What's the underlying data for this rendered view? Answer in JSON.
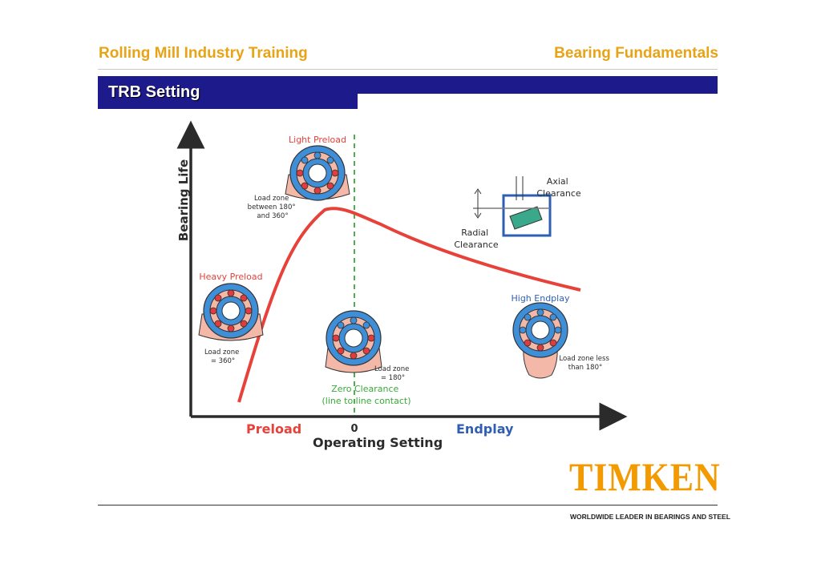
{
  "header": {
    "left_title": "Rolling Mill Industry Training",
    "right_title": "Bearing Fundamentals"
  },
  "slide": {
    "title": "TRB Setting"
  },
  "diagram": {
    "y_axis_label": "Bearing Life",
    "x_axis_label": "Operating Setting",
    "x_left_label": "Preload",
    "x_zero_label": "0",
    "x_right_label": "Endplay",
    "light_preload": {
      "title": "Light Preload",
      "note": [
        "Load zone",
        "between 180°",
        "and 360°"
      ]
    },
    "heavy_preload": {
      "title": "Heavy Preload",
      "note": [
        "Load zone",
        "= 360°"
      ]
    },
    "zero_clearance": {
      "title": [
        "Zero Clearance",
        "(line to line contact)"
      ],
      "note": [
        "Load zone",
        "= 180°"
      ]
    },
    "high_endplay": {
      "title": "High Endplay",
      "note": [
        "Load zone less",
        "than 180°"
      ]
    },
    "inset": {
      "axial": [
        "Axial",
        "Clearance"
      ],
      "radial": [
        "Radial",
        "Clearance"
      ]
    },
    "colors": {
      "curve": "#e8413a",
      "axis": "#2b2b2b",
      "preload": "#e8413a",
      "endplay": "#2f5fb0",
      "zero": "#3aa83a"
    }
  },
  "footer": {
    "logo": "TIMKEN",
    "tagline": "WORLDWIDE LEADER IN BEARINGS AND STEEL"
  }
}
